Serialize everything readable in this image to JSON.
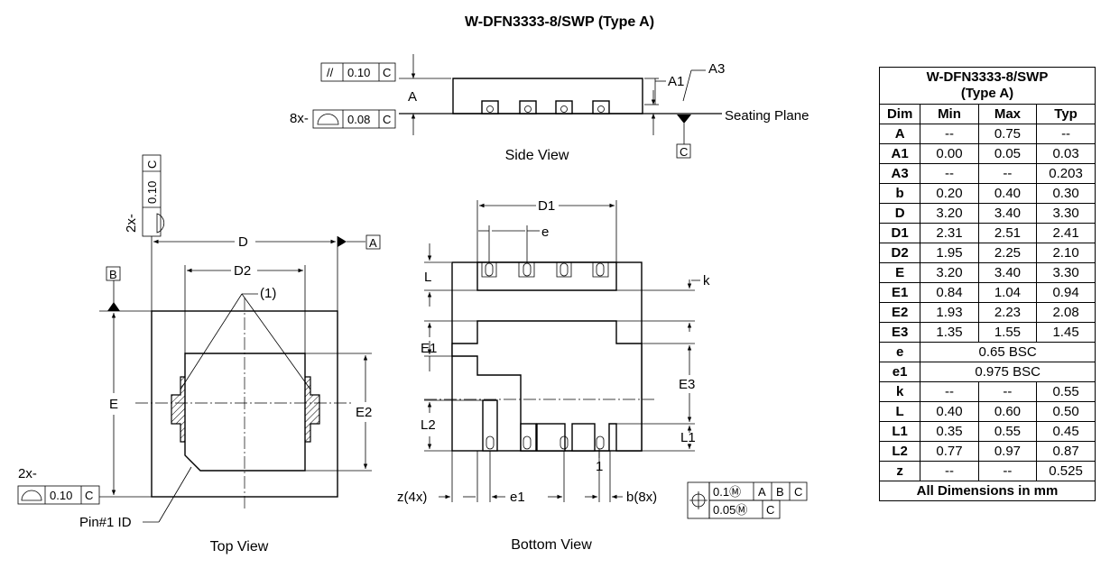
{
  "title": "W-DFN3333-8/SWP (Type A)",
  "views": {
    "side": "Side View",
    "top": "Top View",
    "bottom": "Bottom View"
  },
  "side_view": {
    "label_A": "A",
    "label_A1": "A1",
    "label_A3": "A3",
    "seating_plane": "Seating Plane",
    "datum_C": "C",
    "parallelism": {
      "symbol": "//",
      "tol": "0.10",
      "datum": "C"
    },
    "profile": {
      "prefix": "8x-",
      "tol": "0.08",
      "datum": "C"
    }
  },
  "top_view": {
    "label_D": "D",
    "label_D2": "D2",
    "label_E": "E",
    "label_E2": "E2",
    "note_1": "(1)",
    "datum_A": "A",
    "datum_B": "B",
    "pin1_id": "Pin#1 ID",
    "profile_vertical": {
      "prefix": "2x-",
      "tol": "0.10",
      "datum": "C"
    },
    "profile_horizontal": {
      "prefix": "2x-",
      "tol": "0.10",
      "datum": "C"
    }
  },
  "bottom_view": {
    "label_D1": "D1",
    "label_e": "e",
    "label_L": "L",
    "label_k": "k",
    "label_E1": "E1",
    "label_E3": "E3",
    "label_L2": "L2",
    "label_L1": "L1",
    "label_pin1": "1",
    "label_z": "z(4x)",
    "label_e1": "e1",
    "label_b": "b(8x)",
    "position_frame": {
      "row1": {
        "tol": "0.1Ⓜ",
        "datums": [
          "A",
          "B",
          "C"
        ]
      },
      "row2": {
        "tol": "0.05Ⓜ",
        "datums": [
          "C"
        ]
      }
    }
  },
  "table": {
    "title_line1": "W-DFN3333-8/SWP",
    "title_line2": "(Type A)",
    "headers": [
      "Dim",
      "Min",
      "Max",
      "Typ"
    ],
    "rows": [
      [
        "A",
        "--",
        "0.75",
        "--"
      ],
      [
        "A1",
        "0.00",
        "0.05",
        "0.03"
      ],
      [
        "A3",
        "--",
        "--",
        "0.203"
      ],
      [
        "b",
        "0.20",
        "0.40",
        "0.30"
      ],
      [
        "D",
        "3.20",
        "3.40",
        "3.30"
      ],
      [
        "D1",
        "2.31",
        "2.51",
        "2.41"
      ],
      [
        "D2",
        "1.95",
        "2.25",
        "2.10"
      ],
      [
        "E",
        "3.20",
        "3.40",
        "3.30"
      ],
      [
        "E1",
        "0.84",
        "1.04",
        "0.94"
      ],
      [
        "E2",
        "1.93",
        "2.23",
        "2.08"
      ],
      [
        "E3",
        "1.35",
        "1.55",
        "1.45"
      ]
    ],
    "bsc_rows": [
      [
        "e",
        "0.65 BSC"
      ],
      [
        "e1",
        "0.975 BSC"
      ]
    ],
    "rows2": [
      [
        "k",
        "--",
        "--",
        "0.55"
      ],
      [
        "L",
        "0.40",
        "0.60",
        "0.50"
      ],
      [
        "L1",
        "0.35",
        "0.55",
        "0.45"
      ],
      [
        "L2",
        "0.77",
        "0.97",
        "0.87"
      ],
      [
        "z",
        "--",
        "--",
        "0.525"
      ]
    ],
    "footer": "All Dimensions in mm"
  }
}
